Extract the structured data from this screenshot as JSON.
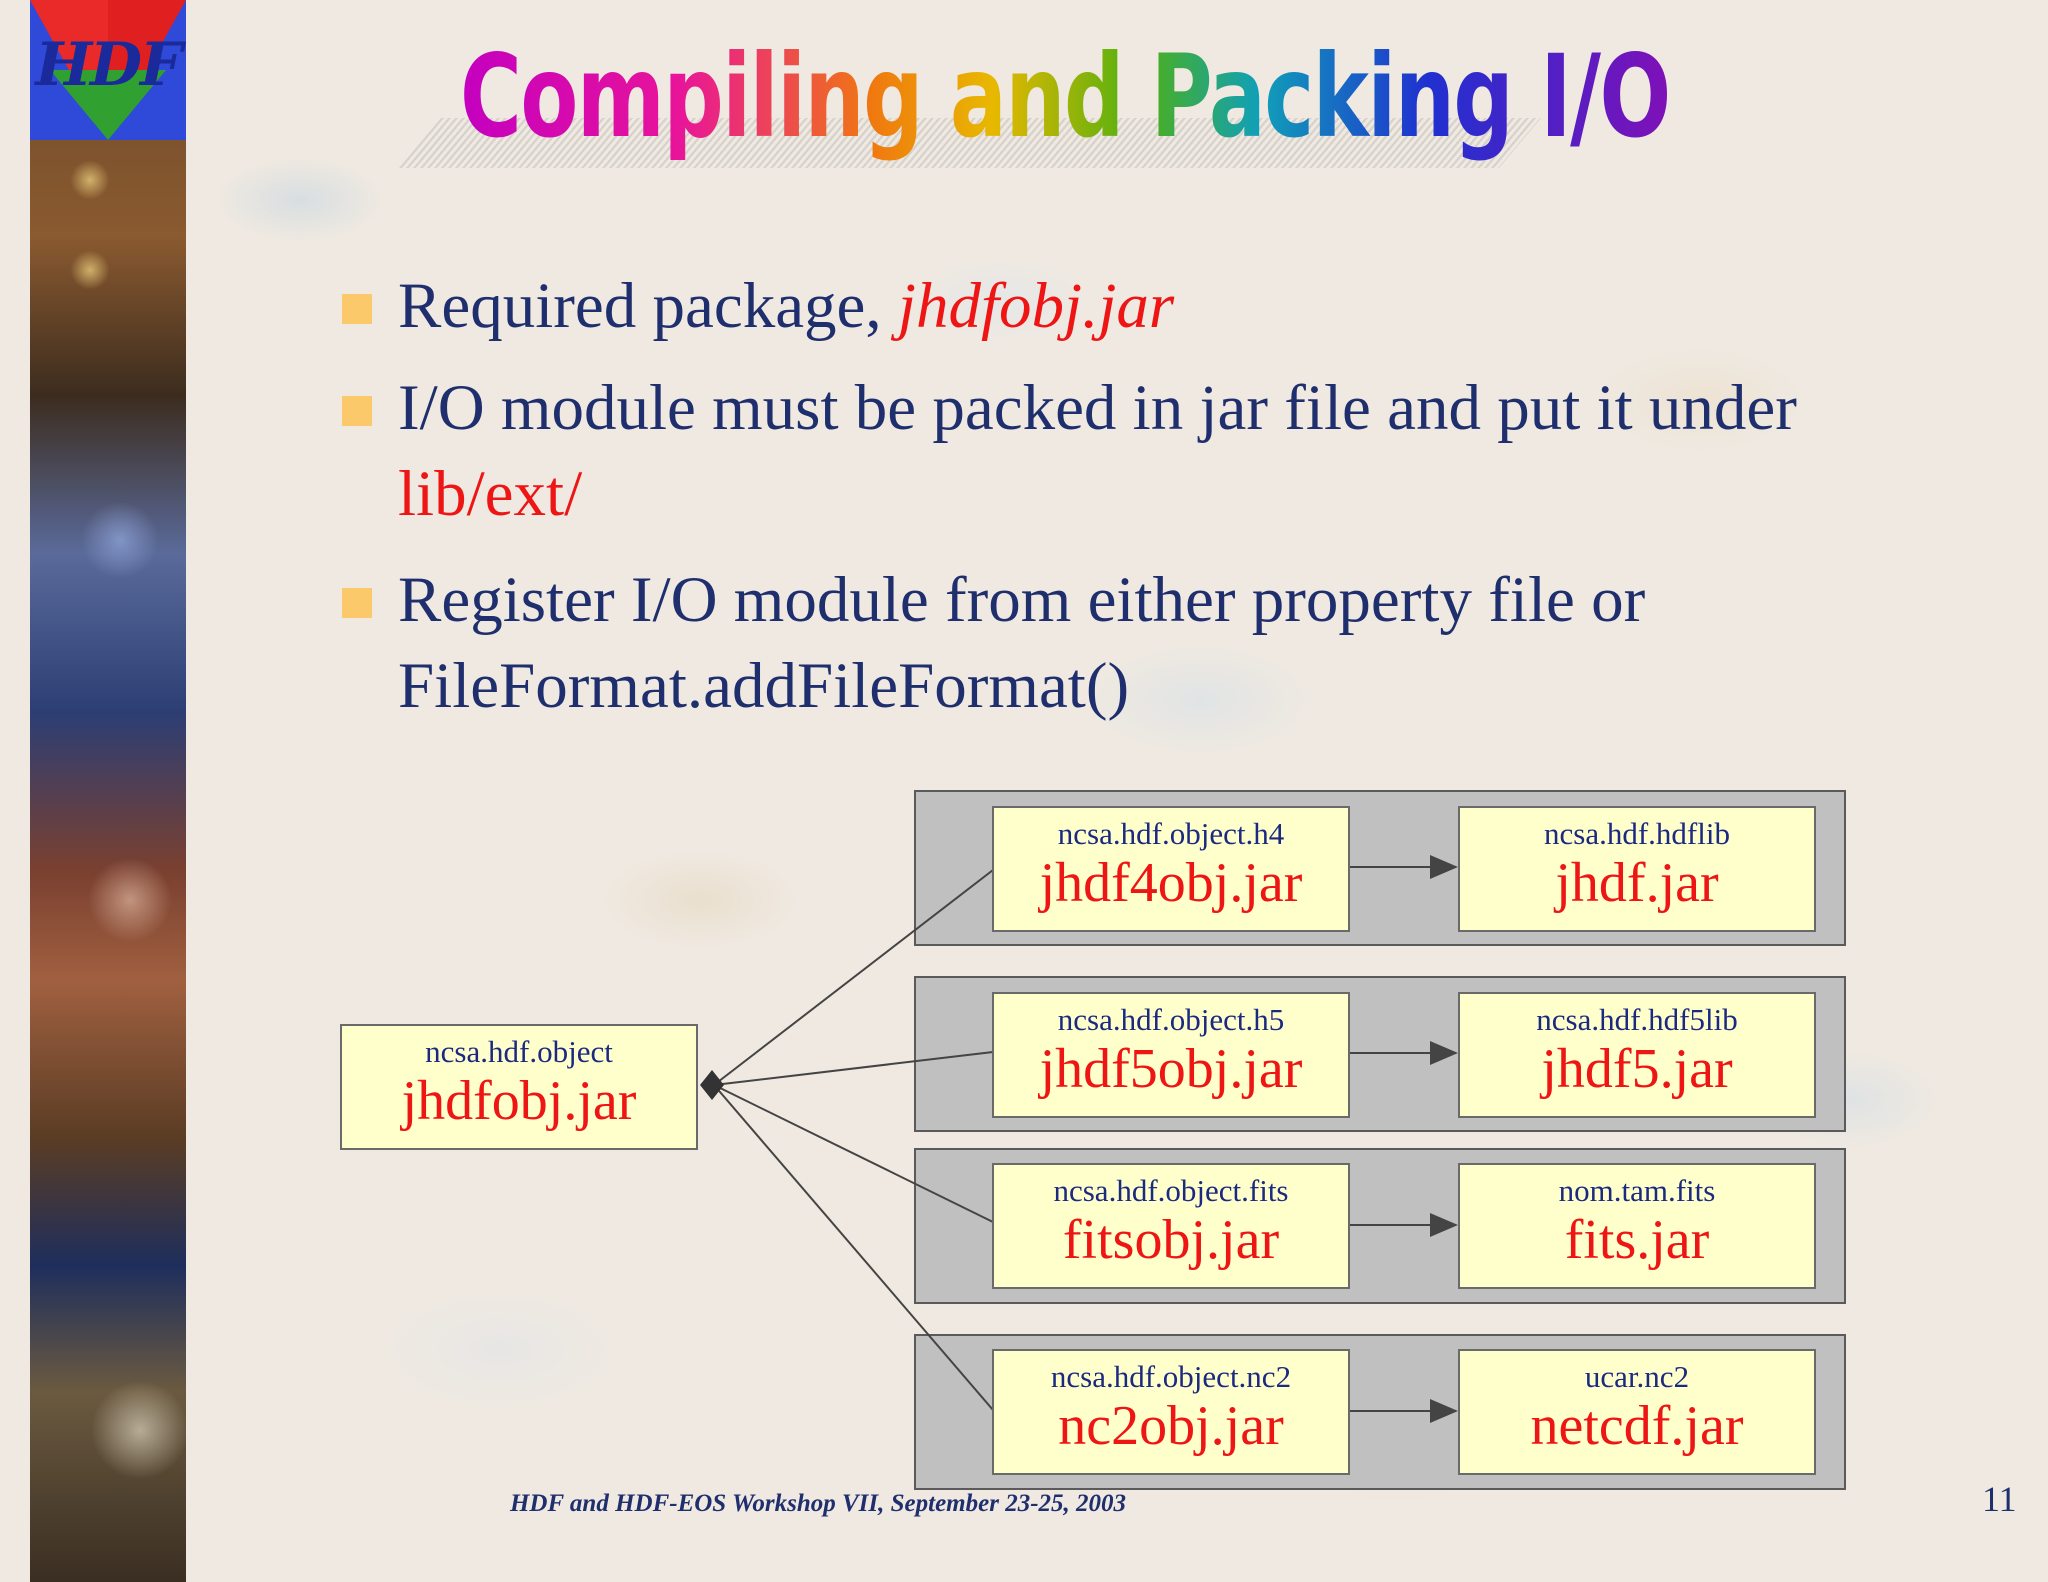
{
  "logo": {
    "text": "HDF"
  },
  "title": "Compiling and Packing I/O",
  "bullets": [
    {
      "text": "Required package, ",
      "highlight": "jhdfobj.jar"
    },
    {
      "line1": "I/O module must be packed in jar file and put it under",
      "highlight": "lib/ext/"
    },
    {
      "line1": "Register I/O module from either property file or",
      "line2": "FileFormat.addFileFormat()"
    }
  ],
  "diagram": {
    "root": {
      "package": "ncsa.hdf.object",
      "jar": "jhdfobj.jar"
    },
    "rows": [
      {
        "obj": {
          "package": "ncsa.hdf.object.h4",
          "jar": "jhdf4obj.jar"
        },
        "lib": {
          "package": "ncsa.hdf.hdflib",
          "jar": "jhdf.jar"
        }
      },
      {
        "obj": {
          "package": "ncsa.hdf.object.h5",
          "jar": "jhdf5obj.jar"
        },
        "lib": {
          "package": "ncsa.hdf.hdf5lib",
          "jar": "jhdf5.jar"
        }
      },
      {
        "obj": {
          "package": "ncsa.hdf.object.fits",
          "jar": "fitsobj.jar"
        },
        "lib": {
          "package": "nom.tam.fits",
          "jar": "fits.jar"
        }
      },
      {
        "obj": {
          "package": "ncsa.hdf.object.nc2",
          "jar": "nc2obj.jar"
        },
        "lib": {
          "package": "ucar.nc2",
          "jar": "netcdf.jar"
        }
      }
    ]
  },
  "footer": "HDF and HDF-EOS Workshop VII, September 23-25, 2003",
  "page_number": "11",
  "colors": {
    "text": "#1f2f6e",
    "highlight": "#ee1515",
    "box_fill": "#ffffcc",
    "panel_fill": "#c0c0c0",
    "bullet": "#fbc86a"
  }
}
